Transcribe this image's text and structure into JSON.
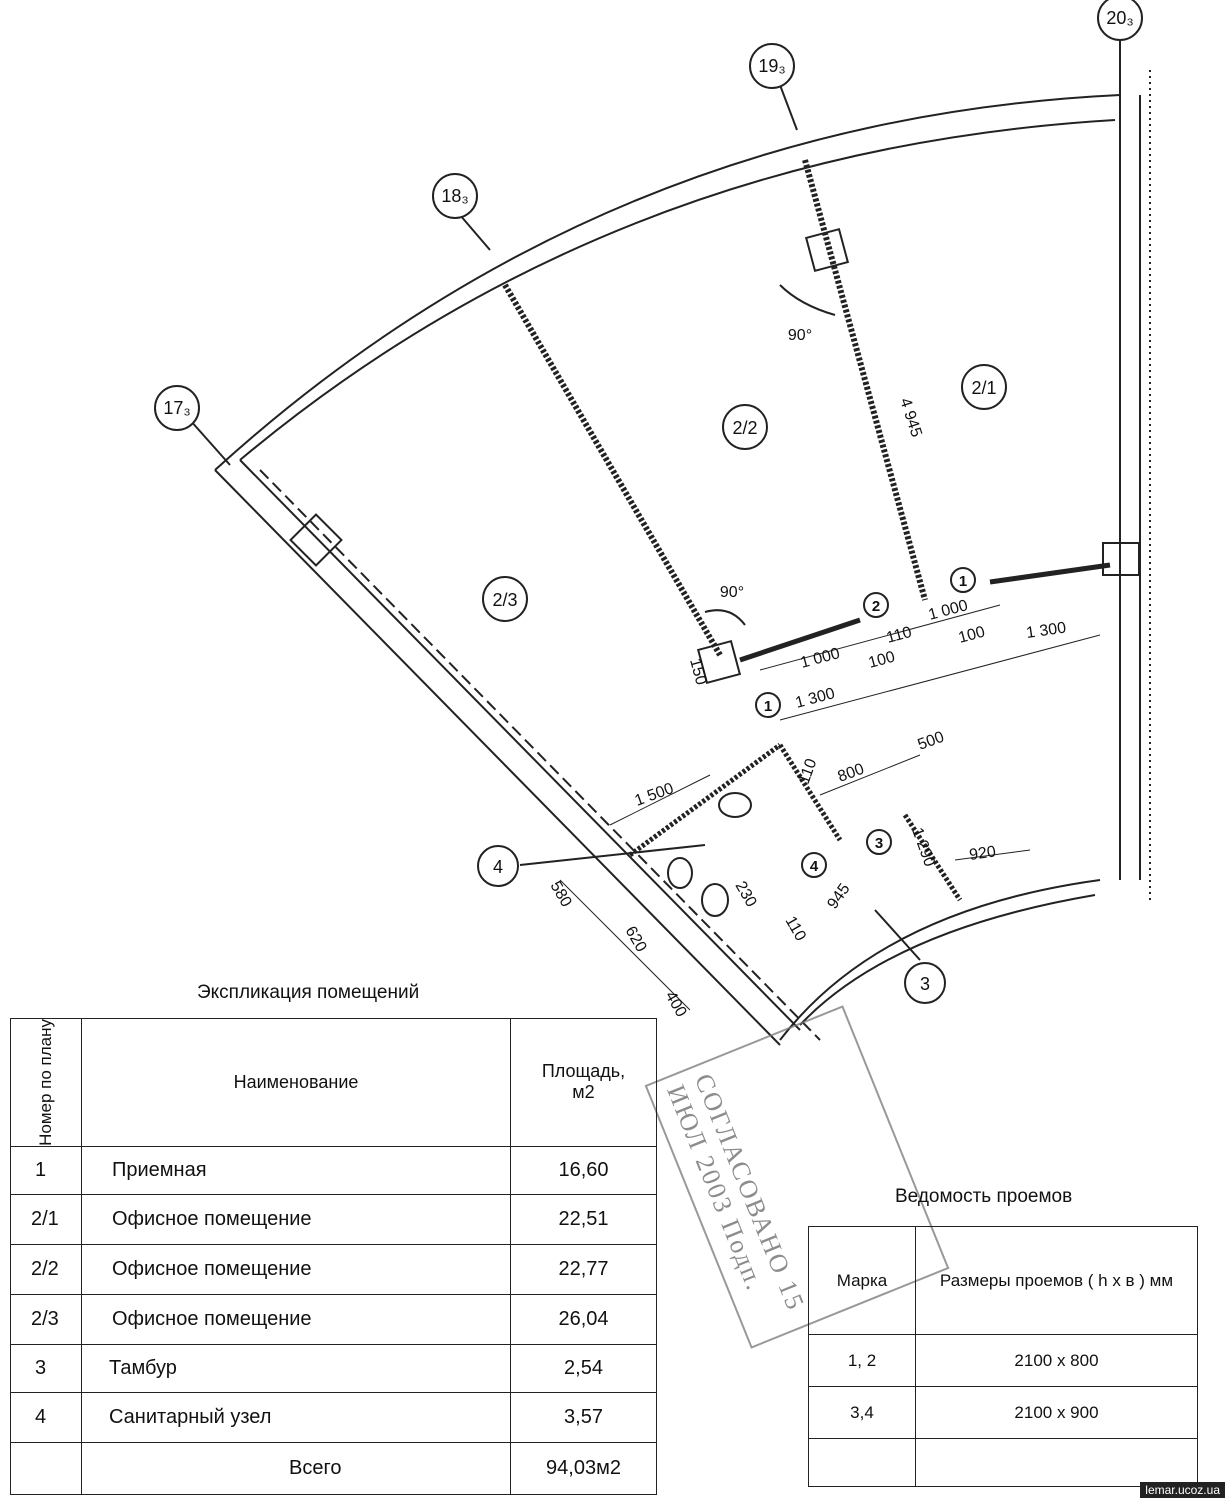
{
  "axes": {
    "a17": "17₃",
    "a18": "18₃",
    "a19": "19₃",
    "a20": "20₃"
  },
  "rooms": {
    "r21": "2/1",
    "r22": "2/2",
    "r23": "2/3"
  },
  "angles": {
    "top": "90°",
    "left": "90°"
  },
  "doors": {
    "d1a": "1",
    "d1b": "1",
    "d2": "2",
    "d3": "3",
    "d4": "4"
  },
  "callouts": {
    "c3": "3",
    "c4": "4"
  },
  "dims": {
    "d4945": "4 945",
    "d1000a": "1 000",
    "d1000b": "1 000",
    "d110a": "110",
    "d100a": "100",
    "d100b": "100",
    "d1300a": "1 300",
    "d1300b": "1 300",
    "d150": "150",
    "d1500": "1 500",
    "d110b": "110",
    "d800": "800",
    "d500": "500",
    "d1290": "1 290",
    "d920": "920",
    "d945": "945",
    "d230": "230",
    "d110c": "110",
    "d580": "580",
    "d620": "620",
    "d400": "400"
  },
  "explication": {
    "title": "Экспликация помещений",
    "headers": {
      "num": "Номер по плану",
      "name": "Наименование",
      "area": "Площадь, м2"
    },
    "rows": [
      {
        "num": "1",
        "name": "Приемная",
        "area": "16,60"
      },
      {
        "num": "2/1",
        "name": "Офисное помещение",
        "area": "22,51"
      },
      {
        "num": "2/2",
        "name": "Офисное помещение",
        "area": "22,77"
      },
      {
        "num": "2/3",
        "name": "Офисное помещение",
        "area": "26,04"
      },
      {
        "num": "3",
        "name": "Тамбур",
        "area": "2,54"
      },
      {
        "num": "4",
        "name": "Санитарный узел",
        "area": "3,57"
      }
    ],
    "total_label": "Всего",
    "total_value": "94,03м2"
  },
  "openings": {
    "title": "Ведомость проемов",
    "headers": {
      "mark": "Марка",
      "size": "Размеры проемов ( h x в ) мм"
    },
    "rows": [
      {
        "mark": "1, 2",
        "size": "2100 х 800"
      },
      {
        "mark": "3,4",
        "size": "2100 х 900"
      },
      {
        "mark": "",
        "size": ""
      }
    ]
  },
  "stamp": {
    "text": "СОГЛАСОВАНО 15 ИЮЛ 2003 Подп."
  },
  "watermark": "lemar.ucoz.ua"
}
